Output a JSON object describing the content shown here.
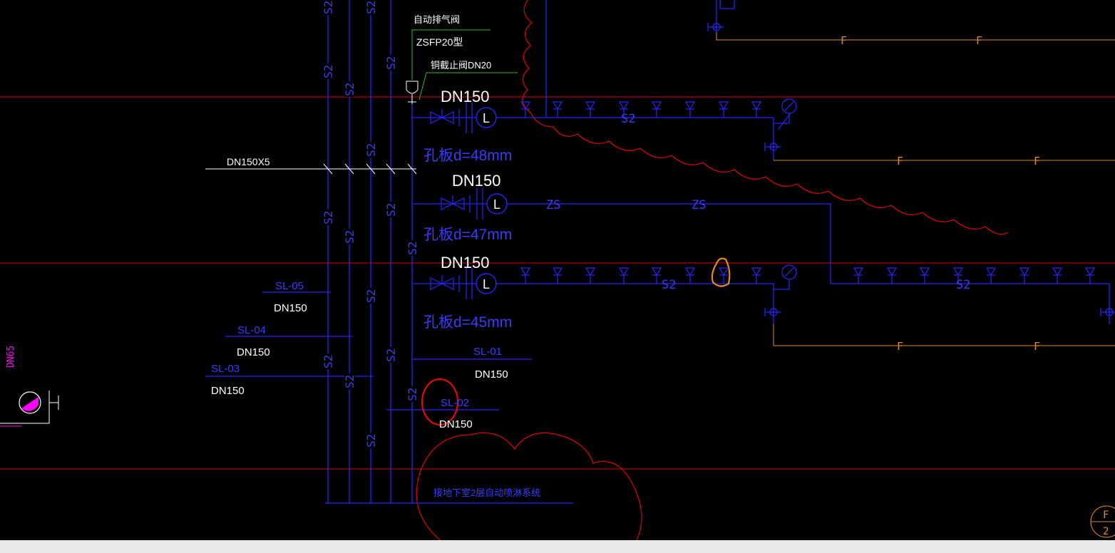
{
  "colors": {
    "background": "#000000",
    "pipe_blue": "#2424ff",
    "label_blue": "#3a3aff",
    "red_line": "#e00000",
    "orange": "#e08a2a",
    "green_leader": "#20c020",
    "white": "#ffffff",
    "magenta": "#ff00ff"
  },
  "labels": {
    "air_valve": "自动排气阀",
    "air_valve_model": "ZSFP20型",
    "check_valve": "铜截止阀DN20",
    "dn150_1": "DN150",
    "dn150_2": "DN150",
    "dn150_3": "DN150",
    "orifice_1": "孔板d=48mm",
    "orifice_2": "孔板d=47mm",
    "orifice_3": "孔板d=45mm",
    "dn150x5": "DN150X5",
    "zs": "ZS",
    "s2": "S2",
    "f": "F",
    "dn65": "DN65",
    "system_note": "接地下室2层自动喷淋系统",
    "sheet_mark_top": "F",
    "sheet_mark_bottom": "2",
    "risers": [
      {
        "id": "SL-05",
        "size": "DN150"
      },
      {
        "id": "SL-04",
        "size": "DN150"
      },
      {
        "id": "SL-03",
        "size": "DN150"
      },
      {
        "id": "SL-01",
        "size": "DN150"
      },
      {
        "id": "SL-02",
        "size": "DN150"
      }
    ]
  }
}
